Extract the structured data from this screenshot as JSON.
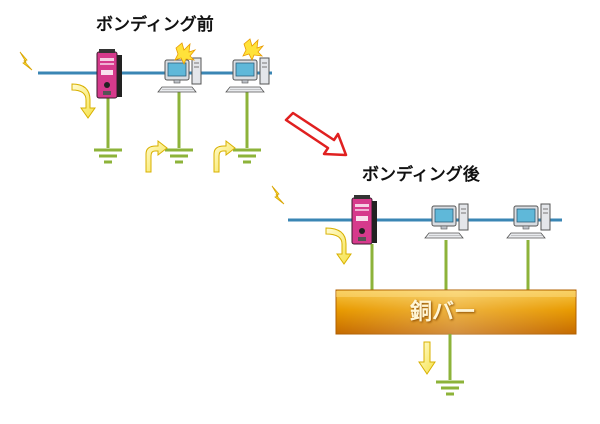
{
  "titles": {
    "before": "ボンディング前",
    "after": "ボンディング後"
  },
  "copper_bar": {
    "label": "銅バー"
  },
  "colors": {
    "network_line": "#3a86b4",
    "ground_line": "#8db33a",
    "surge_arrow": "#fff07a",
    "transition_arrow": "#e02020",
    "copper_bar": "#e8a000",
    "arrester_body": "#d63a8c"
  },
  "icons": [
    "lightning-icon",
    "surge-arrester-icon",
    "computer-icon",
    "ground-icon",
    "arrow-icon"
  ]
}
